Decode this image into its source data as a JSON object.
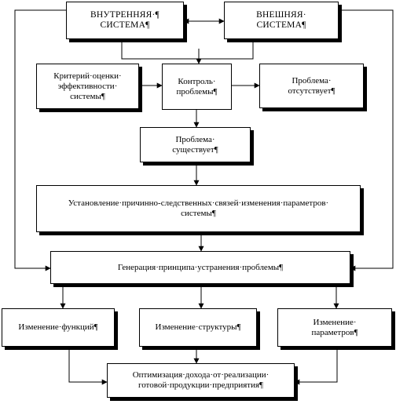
{
  "diagram": {
    "internal_system": "ВНУТРЕННЯЯ·¶\nСИСТЕМА¶",
    "external_system": "ВНЕШНЯЯ·\nСИСТЕМА¶",
    "efficiency_criterion": "Критерий·оценки·\nэффективности·\nсистемы¶",
    "problem_control": "Контроль·\nпроблемы¶",
    "problem_absent": "Проблема·\nотсутствует¶",
    "problem_exists": "Проблема·\nсуществует¶",
    "causal_links": "Установление·причинно-следственных·связей·изменения·параметров·\nсистемы¶",
    "generation": "Генерация·принципа·устранения·проблемы¶",
    "change_functions": "Изменение·функций¶",
    "change_structure": "Изменение·структуры¶",
    "change_parameters": "Изменение·\nпараметров¶",
    "optimization": "Оптимизация·дохода·от·реализации·\nготовой·продукции·предприятия¶"
  }
}
